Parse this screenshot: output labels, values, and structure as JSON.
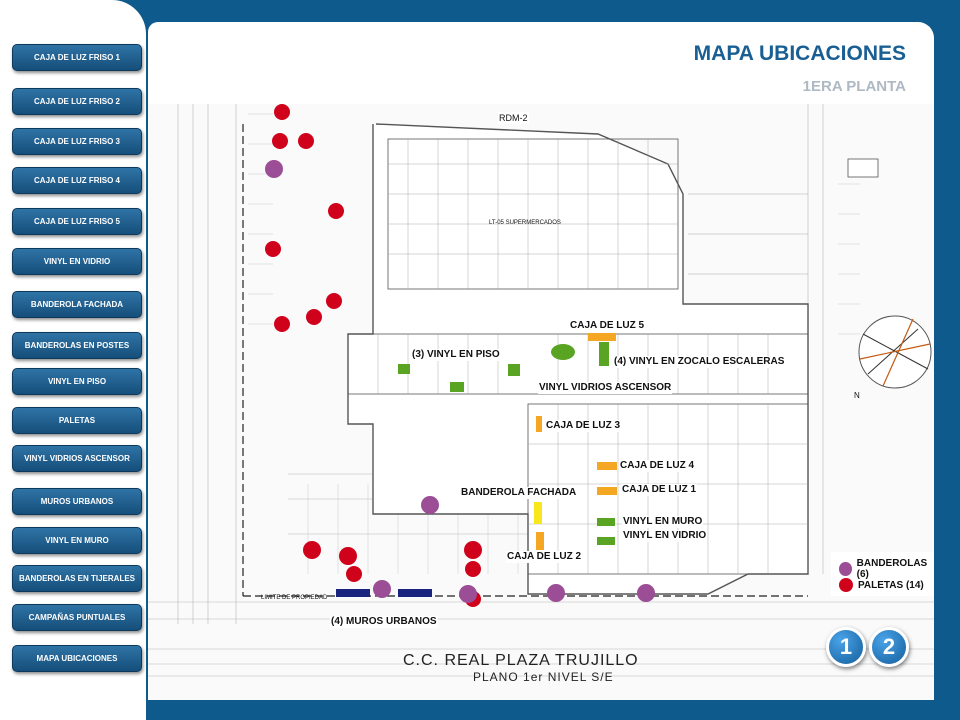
{
  "sidebar": {
    "items": [
      {
        "label": "CAJA DE LUZ FRISO 1"
      },
      {
        "label": "CAJA DE LUZ FRISO 2"
      },
      {
        "label": "CAJA DE LUZ FRISO 3"
      },
      {
        "label": "CAJA DE LUZ FRISO 4"
      },
      {
        "label": "CAJA DE LUZ FRISO 5"
      },
      {
        "label": "VINYL EN VIDRIO"
      },
      {
        "label": "BANDEROLA FACHADA"
      },
      {
        "label": "BANDEROLAS EN POSTES"
      },
      {
        "label": "VINYL EN PISO"
      },
      {
        "label": "PALETAS"
      },
      {
        "label": "VINYL VIDRIOS ASCENSOR"
      },
      {
        "label": "MUROS URBANOS"
      },
      {
        "label": "VINYL EN MURO"
      },
      {
        "label": "BANDEROLAS EN TIJERALES"
      },
      {
        "label": "CAMPAÑAS PUNTUALES"
      },
      {
        "label": "MAPA UBICACIONES"
      }
    ]
  },
  "header": {
    "title": "MAPA UBICACIONES",
    "subtitle": "1ERA PLANTA"
  },
  "plan": {
    "labels": {
      "rdm": "RDM-2",
      "caja5": "CAJA DE LUZ 5",
      "vinyl_piso": "(3) VINYL EN PISO",
      "vinyl_zocalo": "(4) VINYL EN ZOCALO ESCALERAS",
      "vinyl_ascensor": "VINYL VIDRIOS ASCENSOR",
      "caja3": "CAJA DE LUZ 3",
      "caja4": "CAJA DE LUZ 4",
      "caja1": "CAJA DE LUZ 1",
      "banderola": "BANDEROLA FACHADA",
      "vinyl_muro": "VINYL EN MURO",
      "vinyl_vidrio": "VINYL EN VIDRIO",
      "caja2": "CAJA DE LUZ 2",
      "muros": "(4) MUROS URBANOS",
      "limite": "LIMITE DE PROPIEDAD",
      "supermercado": "LT-05 SUPERMERCADOS",
      "north": "N"
    },
    "legend": {
      "banderolas": "BANDEROLAS (6)",
      "paletas": "PALETAS (14)"
    },
    "title": "C.C. REAL PLAZA TRUJILLO",
    "subtitle": "PLANO 1er NIVEL S/E"
  },
  "pagination": {
    "page1": "1",
    "page2": "2"
  },
  "colors": {
    "paleta": "#d0021b",
    "banderola": "#9b4d96",
    "vinyl_green": "#5aa423",
    "caja_orange": "#f5a623",
    "caja_yellow": "#f8e71c",
    "muros_blue": "#1a237e",
    "nav": "#1d5f92",
    "title": "#1a5f93"
  }
}
